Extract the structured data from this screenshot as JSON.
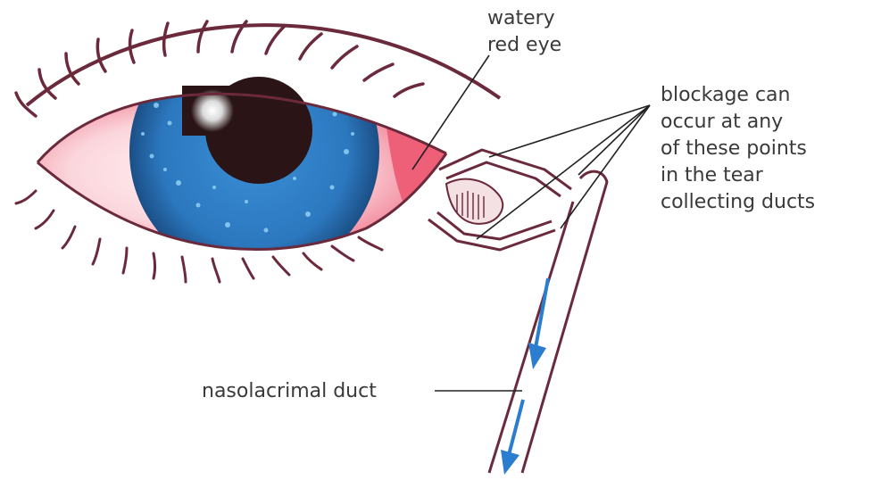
{
  "labels": {
    "watery_red_eye": [
      "watery",
      "red eye"
    ],
    "blockage": [
      "blockage can",
      "occur at any",
      "of these points",
      "in the tear",
      "collecting ducts"
    ],
    "nasolacrimal_duct": "nasolacrimal duct"
  },
  "colors": {
    "outline": "#6b2a3c",
    "sclera": "#f07a8e",
    "sclera_light": "#fbe3e6",
    "iris": "#2f7fc4",
    "iris_dark": "#1d5a93",
    "pupil": "#2a1416",
    "arrow": "#2b7dd0",
    "text": "#3a3a3a",
    "leader_line": "#222222"
  }
}
